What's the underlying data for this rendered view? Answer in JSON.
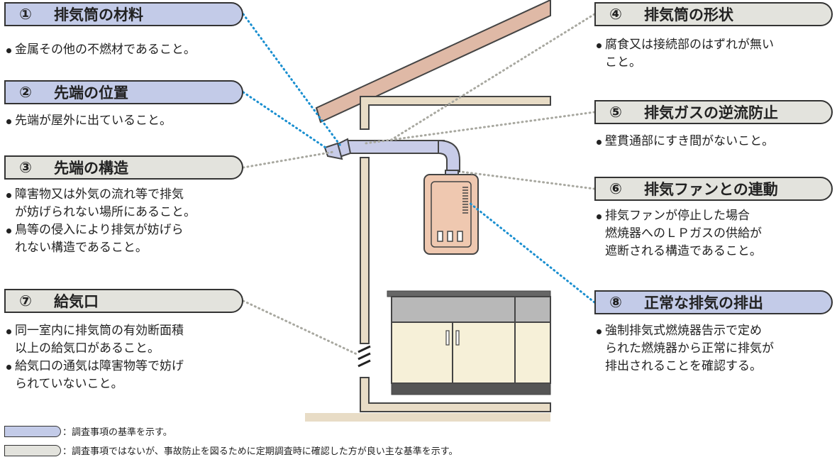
{
  "items": [
    {
      "num": "①",
      "title": "排気筒の材料",
      "style": "blue",
      "desc": [
        "金属その他の不燃材であること。"
      ]
    },
    {
      "num": "②",
      "title": "先端の位置",
      "style": "blue",
      "desc": [
        "先端が屋外に出ていること。"
      ]
    },
    {
      "num": "③",
      "title": "先端の構造",
      "style": "gray",
      "desc": [
        "障害物又は外気の流れ等で排気\nが妨げられない場所にあること。",
        "鳥等の侵入により排気が妨げら\nれない構造であること。"
      ]
    },
    {
      "num": "④",
      "title": "排気筒の形状",
      "style": "gray",
      "desc": [
        "腐食又は接続部のはずれが無い\nこと。"
      ]
    },
    {
      "num": "⑤",
      "title": "排気ガスの逆流防止",
      "style": "gray",
      "desc": [
        "壁貫通部にすき間がないこと。"
      ]
    },
    {
      "num": "⑥",
      "title": "排気ファンとの連動",
      "style": "gray",
      "desc": [
        "排気ファンが停止した場合\n燃焼器へのＬＰガスの供給が\n遮断される構造であること。"
      ]
    },
    {
      "num": "⑦",
      "title": "給気口",
      "style": "gray",
      "desc": [
        "同一室内に排気筒の有効断面積\n以上の給気口があること。",
        "給気口の通気は障害物等で妨げ\nられていないこと。"
      ]
    },
    {
      "num": "⑧",
      "title": "正常な排気の排出",
      "style": "blue",
      "desc": [
        "強制排気式燃焼器告示で定め\nられた燃焼器から正常に排気が\n排出されることを確認する。"
      ]
    }
  ],
  "legend": [
    {
      "style": "blue",
      "text": "：調査事項の基準を示す。"
    },
    {
      "style": "gray",
      "text": "：調査事項ではないが、事故防止を図るために定期調査時に確認した方が良い主な基準を示す。"
    }
  ],
  "colors": {
    "blue_pill": "#c3cbe8",
    "gray_pill": "#e3e3dd",
    "roof": "#dfb9a6",
    "heater": "#efc8b0",
    "duct": "#c8cce8",
    "blue_leader": "#1a8fd0",
    "gray_leader": "#a8a8a0"
  }
}
